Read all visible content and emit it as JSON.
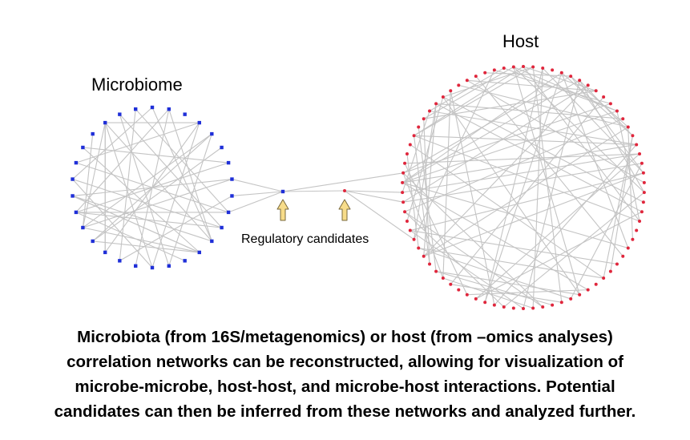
{
  "labels": {
    "microbiome": "Microbiome",
    "host": "Host",
    "regulatory": "Regulatory candidates"
  },
  "caption": {
    "lines": [
      "Microbiota (from 16S/metagenomics) or host (from –omics analyses)",
      "correlation networks can be reconstructed, allowing for visualization of",
      "microbe-microbe, host-host, and microbe-host interactions. Potential",
      "candidates can then be inferred from these networks and analyzed further."
    ]
  },
  "colors": {
    "microbe_node": "#1f2fd8",
    "host_node": "#e0263c",
    "edge": "#c4c4c4",
    "arrow_fill": "#f7dc8a",
    "arrow_stroke": "#7a6a3c"
  },
  "networks": {
    "microbiome": {
      "node_count": 30,
      "edge_count": 40,
      "node_shape": "square"
    },
    "host": {
      "node_count": 78,
      "edge_count": 90,
      "node_shape": "circle"
    },
    "bridge": {
      "edges": 6
    }
  },
  "icons": [
    "up-arrow-icon",
    "up-arrow-icon"
  ]
}
